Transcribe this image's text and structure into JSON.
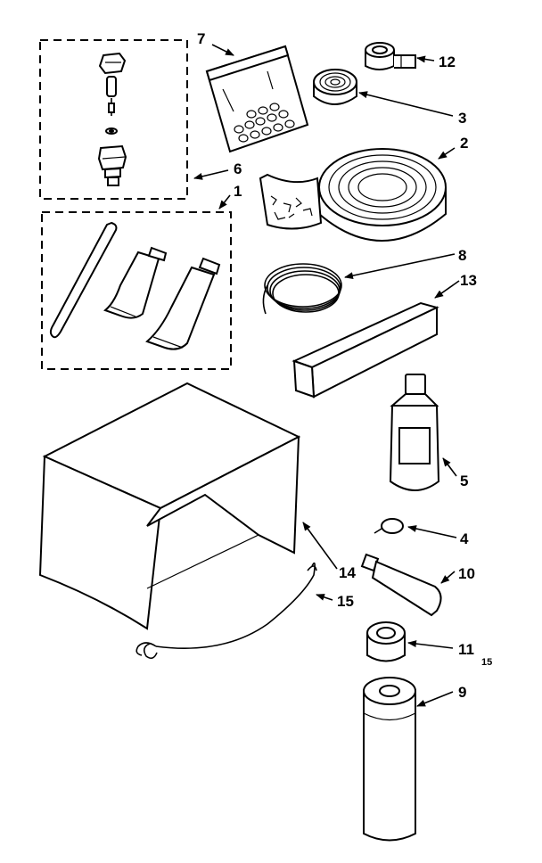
{
  "callouts": {
    "c1": "1",
    "c2": "2",
    "c3": "3",
    "c4": "4",
    "c5": "5",
    "c6": "6",
    "c7": "7",
    "c8": "8",
    "c9": "9",
    "c10": "10",
    "c11": "11",
    "c12": "12",
    "c13": "13",
    "c14": "14",
    "c15": "15"
  },
  "page_number": "15"
}
